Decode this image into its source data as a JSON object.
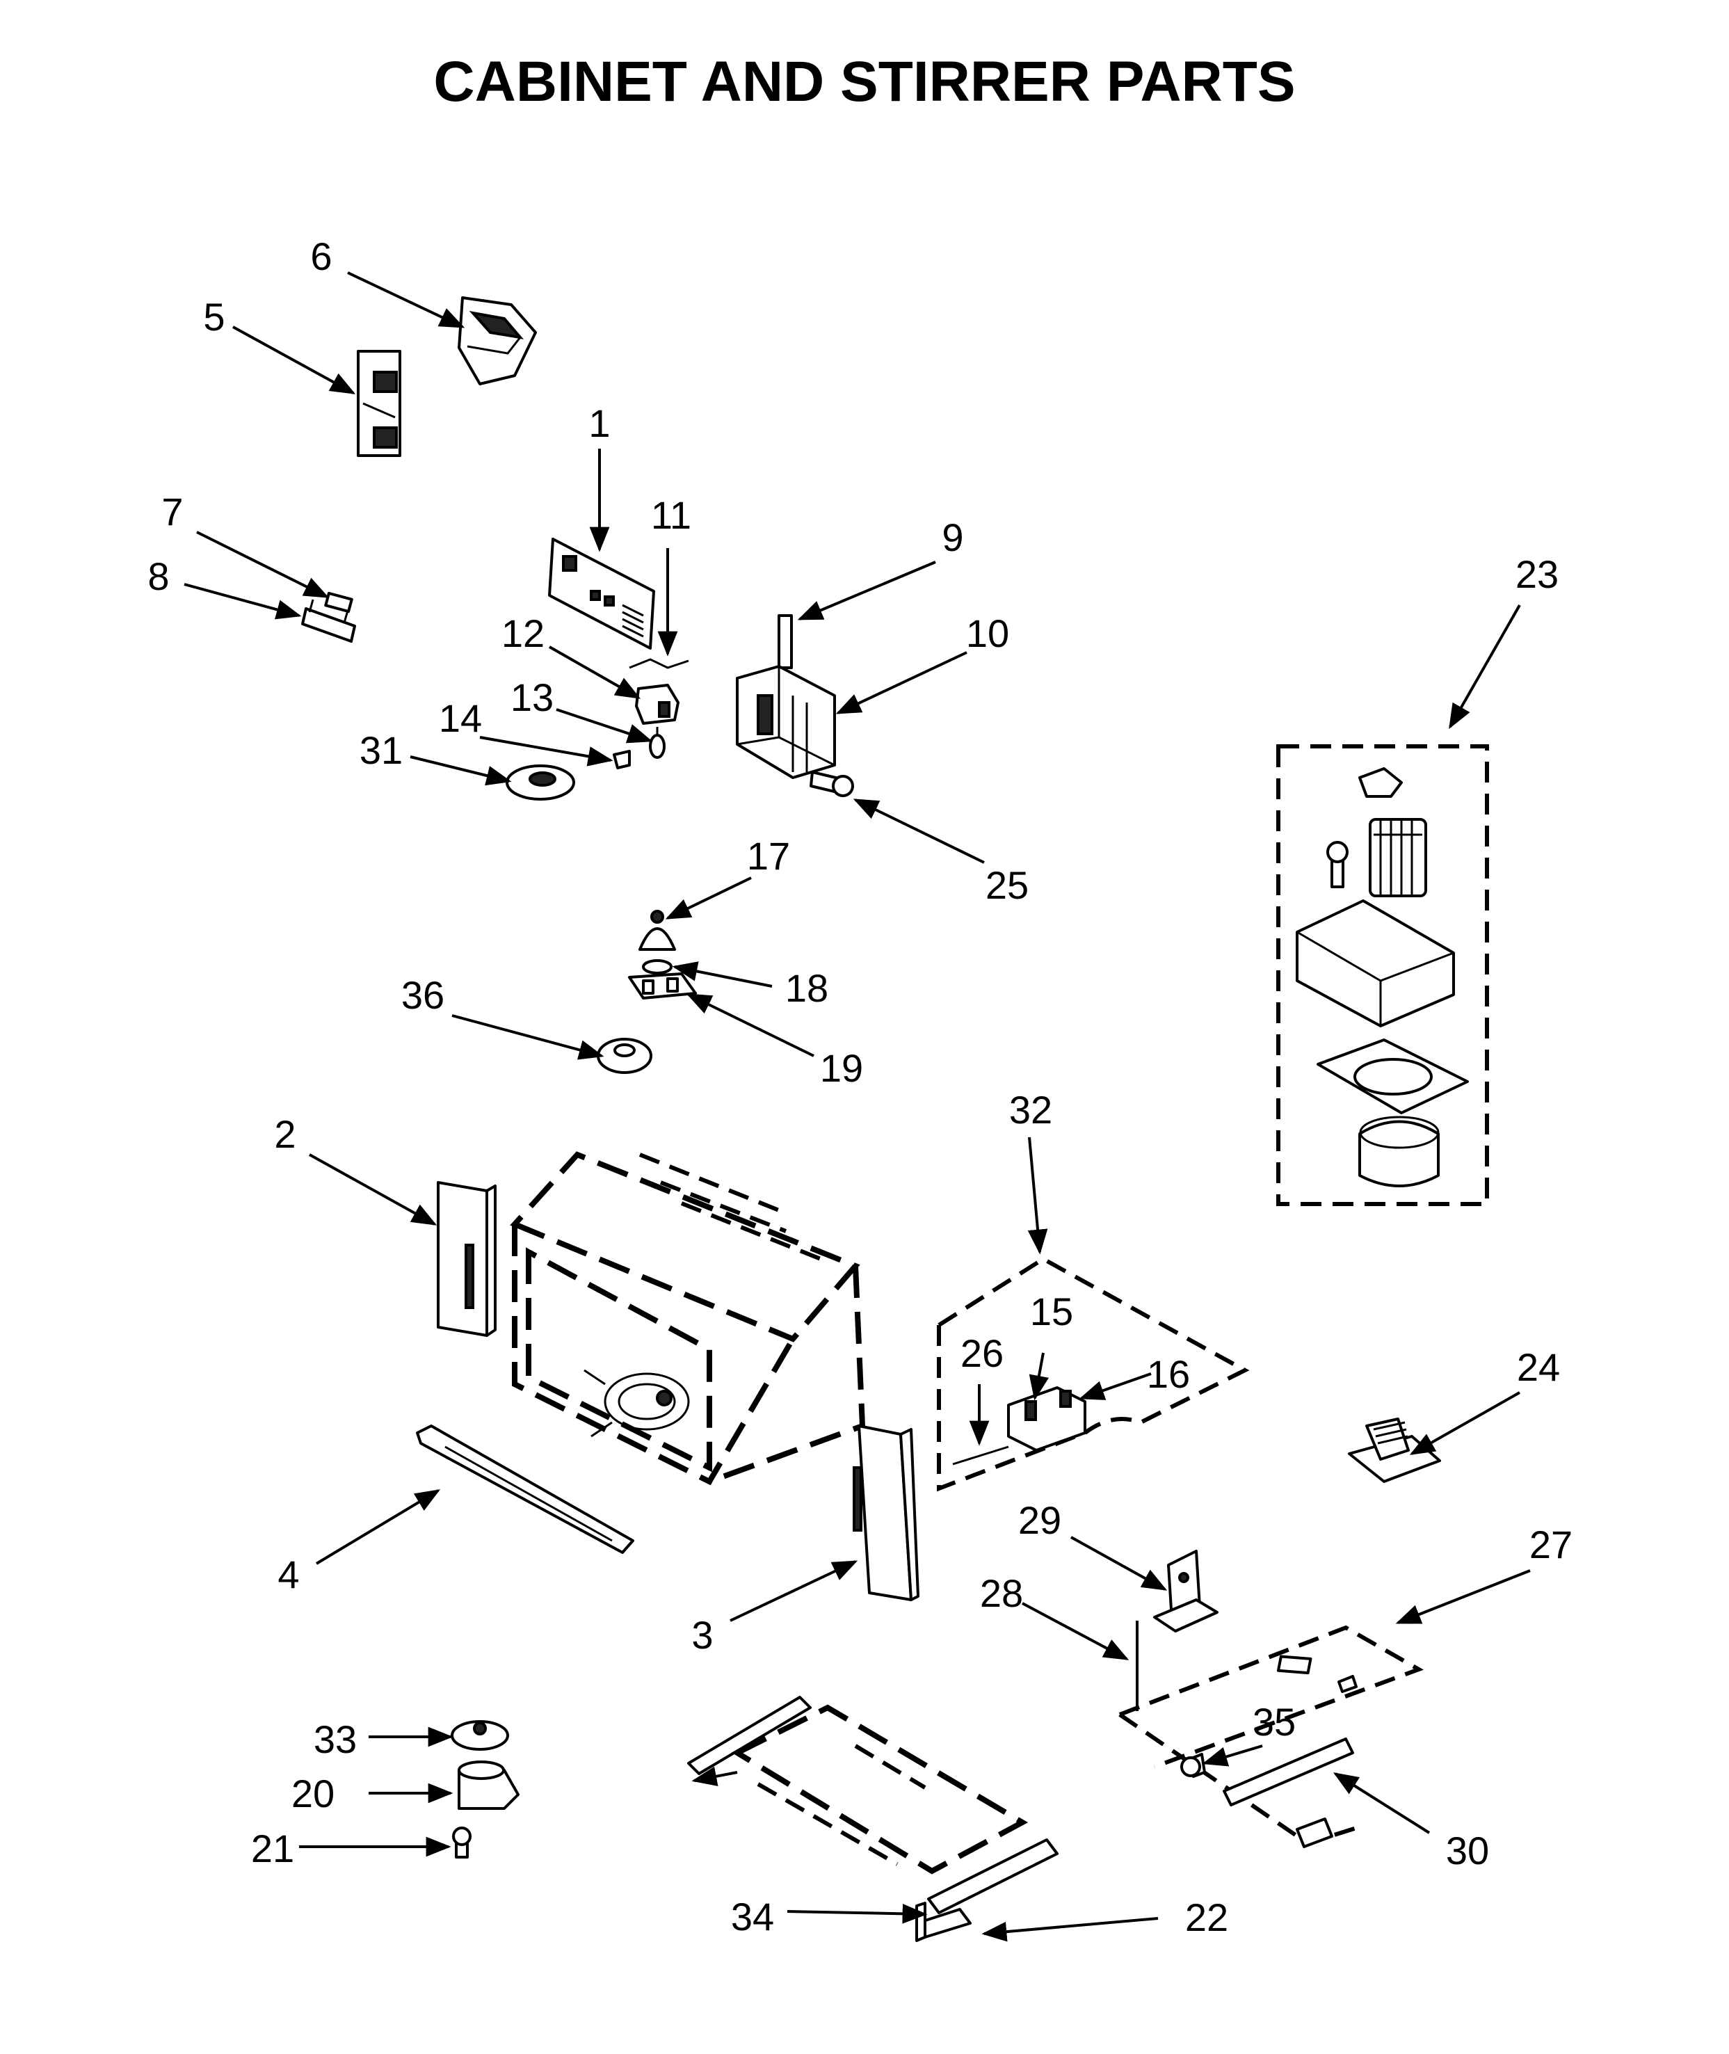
{
  "title": "CABINET AND STIRRER PARTS",
  "callouts": [
    "1",
    "2",
    "3",
    "4",
    "5",
    "6",
    "7",
    "8",
    "9",
    "10",
    "11",
    "12",
    "13",
    "14",
    "15",
    "16",
    "17",
    "18",
    "19",
    "20",
    "21",
    "22",
    "23",
    "24",
    "25",
    "26",
    "27",
    "28",
    "29",
    "30",
    "31",
    "32",
    "33",
    "34",
    "35",
    "36"
  ],
  "colors": {
    "ink": "#000000",
    "paper": "#ffffff"
  }
}
